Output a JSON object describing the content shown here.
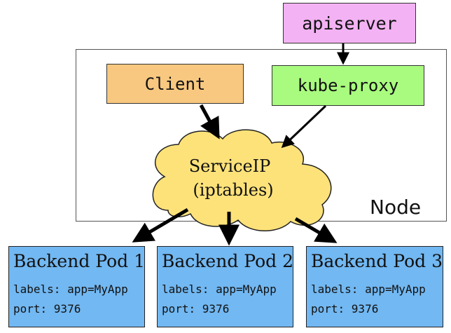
{
  "nodes": {
    "apiserver": {
      "label": "apiserver",
      "color": "#f3b2f3"
    },
    "client": {
      "label": "Client",
      "color": "#f8c880"
    },
    "kube_proxy": {
      "label": "kube-proxy",
      "color": "#a9fb7f"
    },
    "service_ip": {
      "line1": "ServiceIP",
      "line2": "(iptables)",
      "color": "#fde27a"
    },
    "node_container": {
      "label": "Node"
    }
  },
  "pods": [
    {
      "title": "Backend Pod 1",
      "labels": "labels: app=MyApp",
      "port": "port: 9376"
    },
    {
      "title": "Backend Pod 2",
      "labels": "labels: app=MyApp",
      "port": "port: 9376"
    },
    {
      "title": "Backend Pod 3",
      "labels": "labels: app=MyApp",
      "port": "port: 9376"
    }
  ],
  "pod_color": "#72b8f2",
  "edges": [
    {
      "from": "apiserver",
      "to": "kube-proxy"
    },
    {
      "from": "client",
      "to": "service-ip"
    },
    {
      "from": "kube-proxy",
      "to": "service-ip"
    },
    {
      "from": "service-ip",
      "to": "backend-pod-1"
    },
    {
      "from": "service-ip",
      "to": "backend-pod-2"
    },
    {
      "from": "service-ip",
      "to": "backend-pod-3"
    }
  ]
}
